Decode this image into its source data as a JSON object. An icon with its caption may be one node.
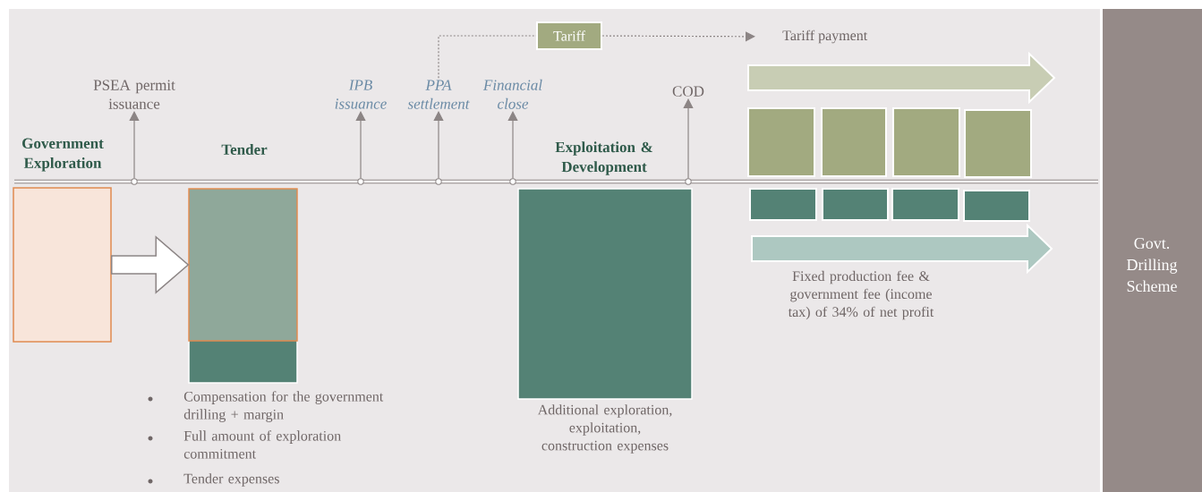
{
  "diagram": {
    "nodes": [
      {
        "text": [
          "Government Exploration"
        ]
      },
      {
        "text": [
          "Tender"
        ],
        "beside": [
          "Compensation for the government drilling + margin",
          "Full amount of exploration commitment",
          "Tender expenses"
        ]
      },
      {
        "text": [
          "Exploitation & Development"
        ],
        "beside": [
          "Additional exploration, exploitation, construction expenses"
        ]
      },
      {
        "text": [
          "PSEA permit issuance"
        ]
      },
      {
        "text": [
          "IPB issuance"
        ]
      },
      {
        "text": [
          "PPA settlement"
        ]
      },
      {
        "text": [
          "Financial close"
        ]
      },
      {
        "text": [
          "COD"
        ]
      },
      {
        "text": [
          "Tariff"
        ]
      },
      {
        "text": [
          "Tariff payment"
        ]
      },
      {
        "text": [],
        "shape": "box"
      },
      {
        "text": [],
        "shape": "box"
      },
      {
        "text": [],
        "shape": "box"
      },
      {
        "text": [],
        "shape": "box"
      },
      {
        "text": [],
        "shape": "box"
      },
      {
        "text": [],
        "shape": "box"
      },
      {
        "text": [],
        "shape": "box"
      },
      {
        "text": [],
        "shape": "box"
      },
      {
        "text": [
          "Govt. Drilling Scheme"
        ]
      },
      {
        "text": [],
        "shape": "arrow"
      },
      {
        "text": [],
        "shape": "arrow"
      },
      {
        "text": [],
        "shape": "bar"
      }
    ],
    "edges": [
      {
        "from": 0,
        "to": 1,
        "arrow": "to"
      },
      {
        "from": 21,
        "to": 3,
        "arrow": "to"
      },
      {
        "from": 21,
        "to": 4,
        "arrow": "to"
      },
      {
        "from": 21,
        "to": 5,
        "arrow": "to"
      },
      {
        "from": 21,
        "to": 6,
        "arrow": "to"
      },
      {
        "from": 21,
        "to": 7,
        "arrow": "to"
      },
      {
        "from": 5,
        "to": 8,
        "arrow": "none",
        "style": "dashed"
      },
      {
        "from": 8,
        "to": 9,
        "arrow": "to",
        "style": "dashed"
      }
    ],
    "labels": [
      "Fixed production fee & government fee (income tax) of 34% of net profit"
    ]
  }
}
